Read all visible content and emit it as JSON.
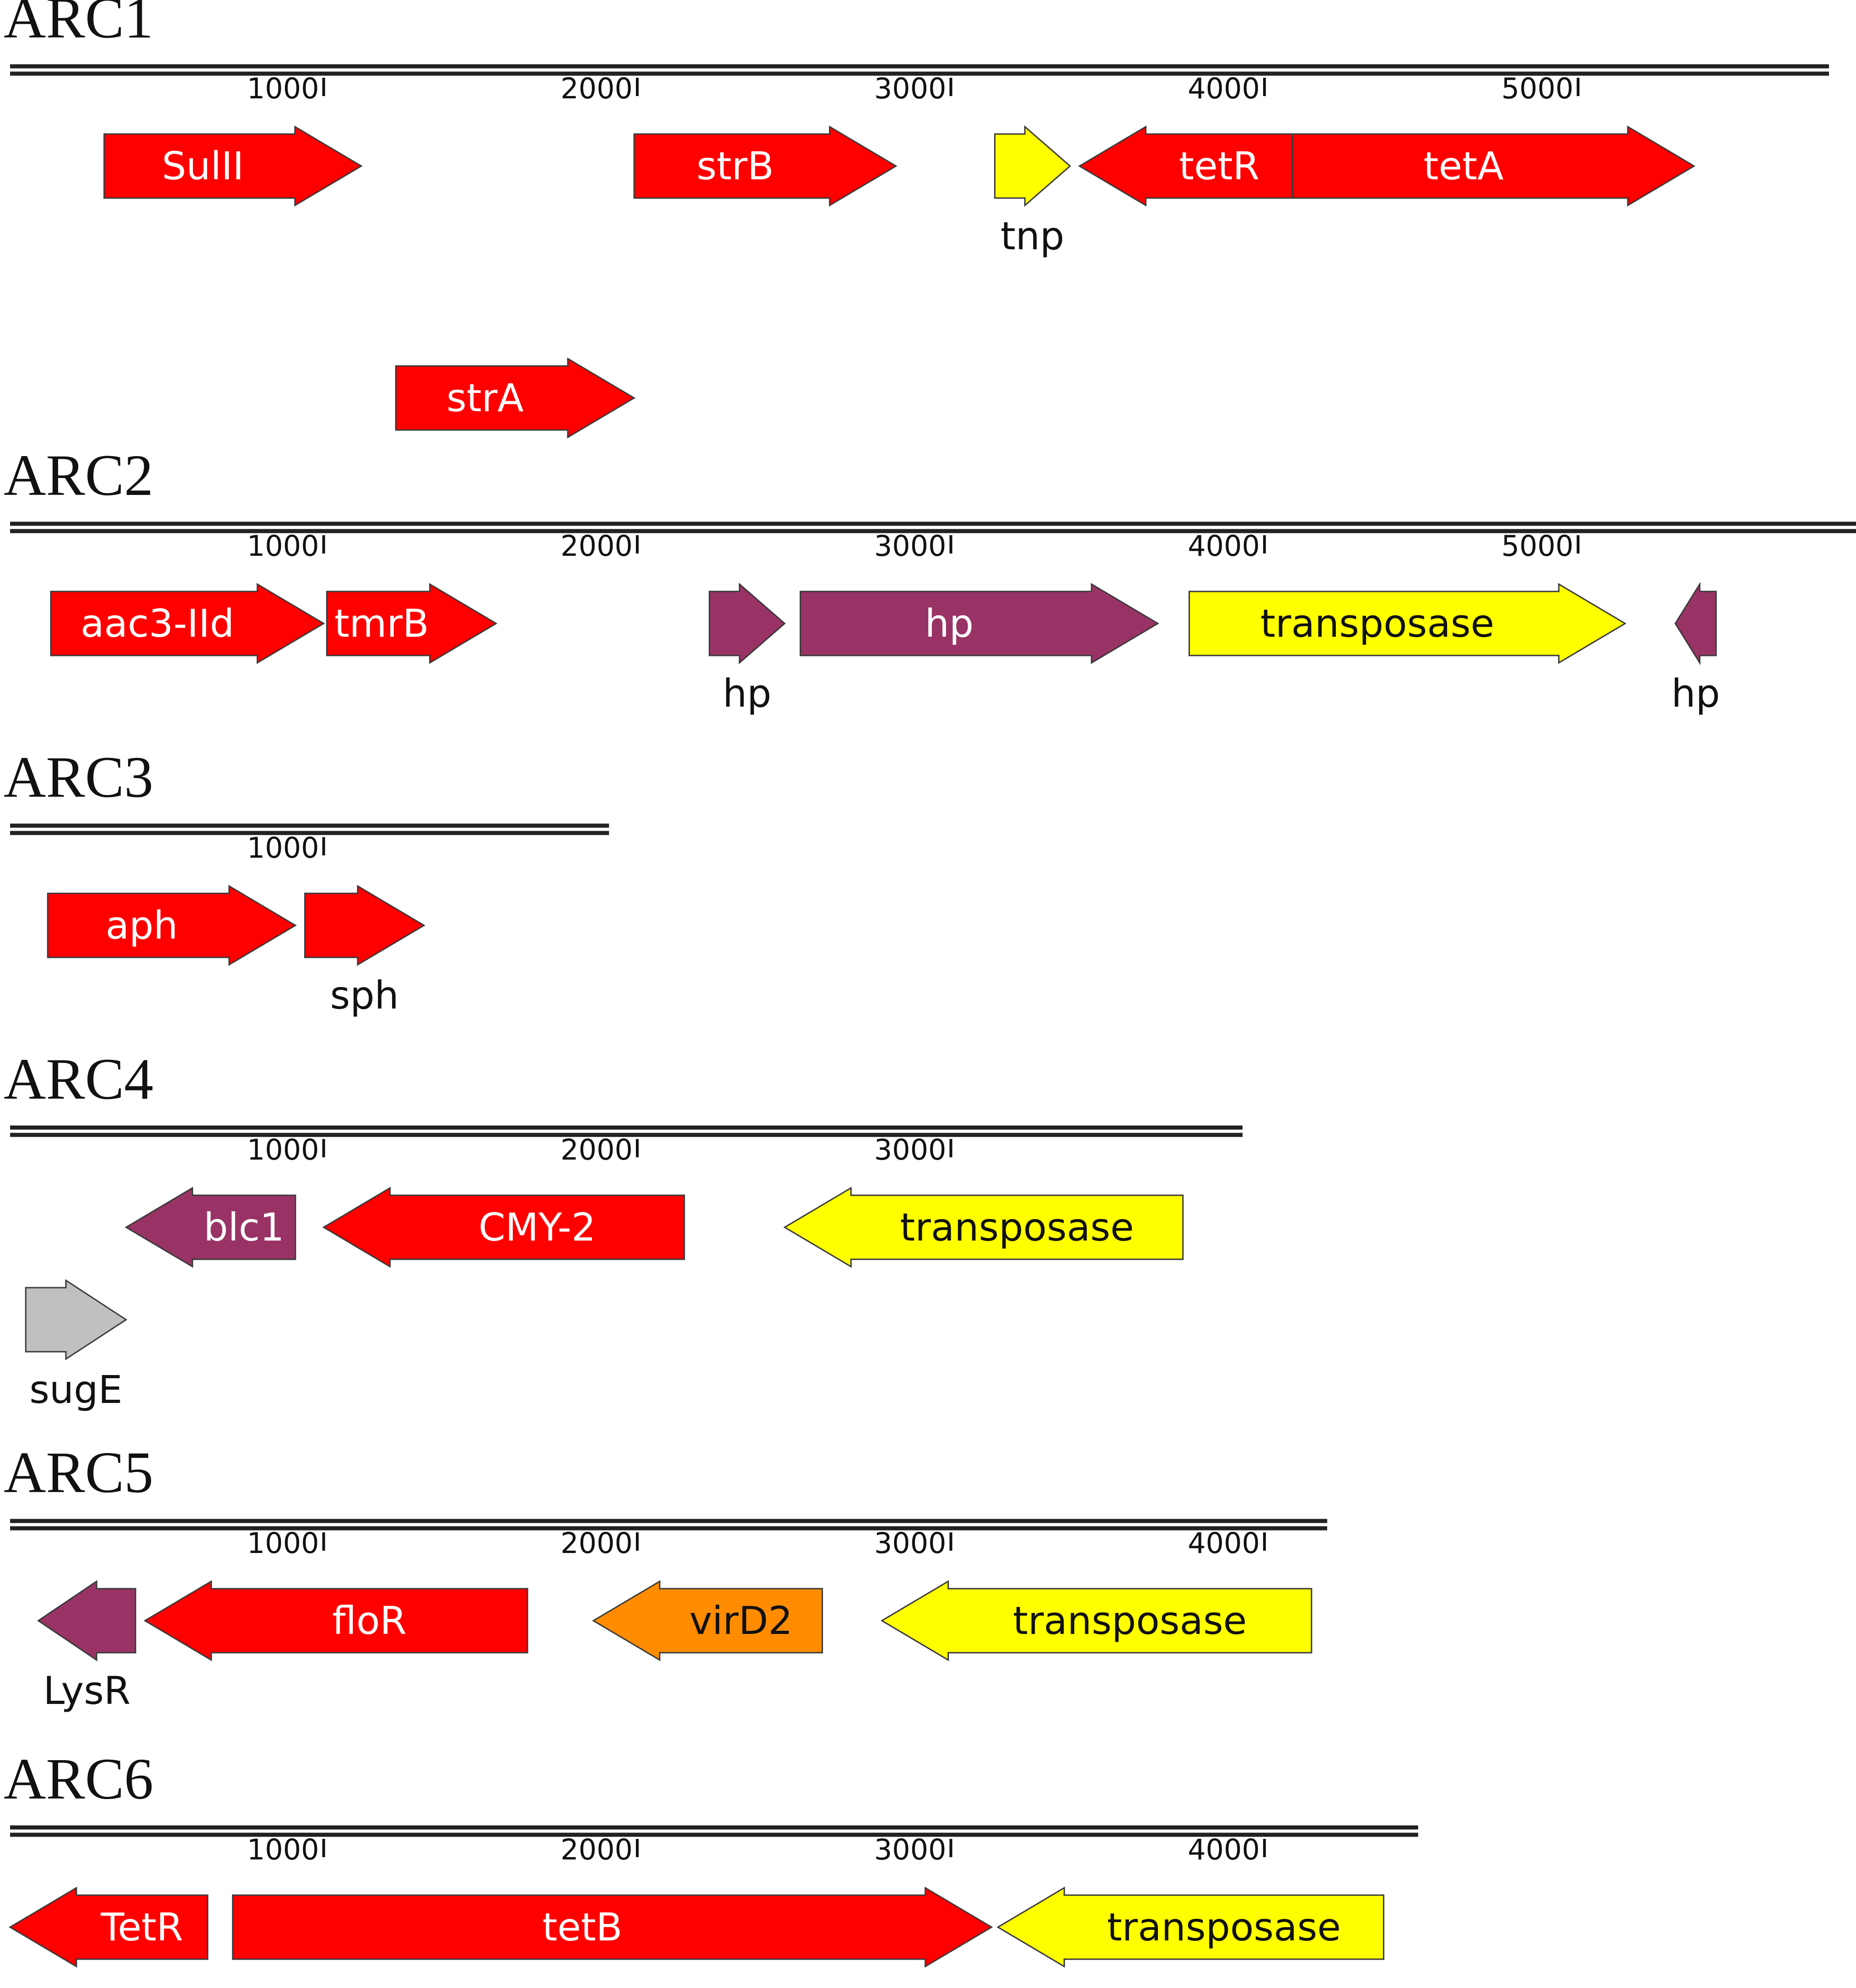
{
  "colors": {
    "resistance": "#ff0000",
    "mobile_element": "#ffff00",
    "hypothetical": "#993366",
    "virD2": "#ff8c00",
    "sugE": "#c0c0c0",
    "outline": "#3a3a3a",
    "backbone": "#222222"
  },
  "panels": [
    {
      "title": "ARC1",
      "length": 5800,
      "ticks": [
        1000,
        2000,
        3000,
        4000,
        5000
      ],
      "genes": [
        {
          "name": "SulII",
          "start": 300,
          "end": 1120,
          "strand": "+",
          "row": 0,
          "color": "#ff0000",
          "label_pos": "inside"
        },
        {
          "name": "strB",
          "start": 1990,
          "end": 2825,
          "strand": "+",
          "row": 0,
          "color": "#ff0000",
          "label_pos": "inside"
        },
        {
          "name": "tnp",
          "start": 3140,
          "end": 3380,
          "strand": "+",
          "row": 0,
          "color": "#ffff00",
          "label_pos": "below"
        },
        {
          "name": "tetR",
          "start": 3410,
          "end": 4090,
          "strand": "-",
          "row": 0,
          "color": "#ff0000",
          "label_pos": "inside"
        },
        {
          "name": "tetA",
          "start": 4090,
          "end": 5370,
          "strand": "+",
          "row": 0,
          "color": "#ff0000",
          "label_pos": "inside"
        },
        {
          "name": "strA",
          "start": 1230,
          "end": 1990,
          "strand": "+",
          "row": 1,
          "color": "#ff0000",
          "label_pos": "inside"
        }
      ]
    },
    {
      "title": "ARC2",
      "length": 6050,
      "ticks": [
        1000,
        2000,
        3000,
        4000,
        5000
      ],
      "genes": [
        {
          "name": "aac3-IId",
          "start": 130,
          "end": 1000,
          "strand": "+",
          "row": 0,
          "color": "#ff0000",
          "label_pos": "inside"
        },
        {
          "name": "tmrB",
          "start": 1010,
          "end": 1550,
          "strand": "+",
          "row": 0,
          "color": "#ff0000",
          "label_pos": "inside"
        },
        {
          "name": "hp",
          "start": 2230,
          "end": 2470,
          "strand": "+",
          "row": 0,
          "color": "#993366",
          "label_pos": "below"
        },
        {
          "name": "hp",
          "start": 2520,
          "end": 3660,
          "strand": "+",
          "row": 0,
          "color": "#993366",
          "label_pos": "inside"
        },
        {
          "name": "transposase",
          "start": 3760,
          "end": 5150,
          "strand": "+",
          "row": 0,
          "color": "#ffff00",
          "label_pos": "inside"
        },
        {
          "name": "hp",
          "start": 5310,
          "end": 5440,
          "strand": "-",
          "row": 0,
          "color": "#993366",
          "label_pos": "below"
        }
      ]
    },
    {
      "title": "ARC3",
      "length": 1910,
      "ticks": [
        1000
      ],
      "genes": [
        {
          "name": "aph",
          "start": 120,
          "end": 910,
          "strand": "+",
          "row": 0,
          "color": "#ff0000",
          "label_pos": "inside"
        },
        {
          "name": "sph",
          "start": 940,
          "end": 1320,
          "strand": "+",
          "row": 0,
          "color": "#ff0000",
          "label_pos": "below"
        }
      ]
    },
    {
      "title": "ARC4",
      "length": 3930,
      "ticks": [
        1000,
        2000,
        3000
      ],
      "genes": [
        {
          "name": "blc1",
          "start": 370,
          "end": 910,
          "strand": "-",
          "row": 0,
          "color": "#993366",
          "label_pos": "inside"
        },
        {
          "name": "CMY-2",
          "start": 1000,
          "end": 2150,
          "strand": "-",
          "row": 0,
          "color": "#ff0000",
          "label_pos": "inside"
        },
        {
          "name": "transposase",
          "start": 2470,
          "end": 3740,
          "strand": "-",
          "row": 0,
          "color": "#ffff00",
          "label_pos": "inside"
        },
        {
          "name": "sugE",
          "start": 50,
          "end": 370,
          "strand": "+",
          "row": 1,
          "color": "#c0c0c0",
          "label_pos": "below"
        }
      ]
    },
    {
      "title": "ARC5",
      "length": 4200,
      "ticks": [
        1000,
        2000,
        3000,
        4000
      ],
      "genes": [
        {
          "name": "LysR",
          "start": 90,
          "end": 400,
          "strand": "-",
          "row": 0,
          "color": "#993366",
          "label_pos": "below"
        },
        {
          "name": "floR",
          "start": 430,
          "end": 1650,
          "strand": "-",
          "row": 0,
          "color": "#ff0000",
          "label_pos": "inside"
        },
        {
          "name": "virD2",
          "start": 1860,
          "end": 2590,
          "strand": "-",
          "row": 0,
          "color": "#ff8c00",
          "label_pos": "inside"
        },
        {
          "name": "transposase",
          "start": 2780,
          "end": 4150,
          "strand": "-",
          "row": 0,
          "color": "#ffff00",
          "label_pos": "inside"
        }
      ]
    },
    {
      "title": "ARC6",
      "length": 4490,
      "ticks": [
        1000,
        2000,
        3000,
        4000
      ],
      "genes": [
        {
          "name": "TetR",
          "start": 0,
          "end": 630,
          "strand": "-",
          "row": 0,
          "color": "#ff0000",
          "label_pos": "inside"
        },
        {
          "name": "tetB",
          "start": 710,
          "end": 3130,
          "strand": "+",
          "row": 0,
          "color": "#ff0000",
          "label_pos": "inside"
        },
        {
          "name": "transposase",
          "start": 3150,
          "end": 4380,
          "strand": "-",
          "row": 0,
          "color": "#ffff00",
          "label_pos": "inside"
        }
      ]
    }
  ]
}
